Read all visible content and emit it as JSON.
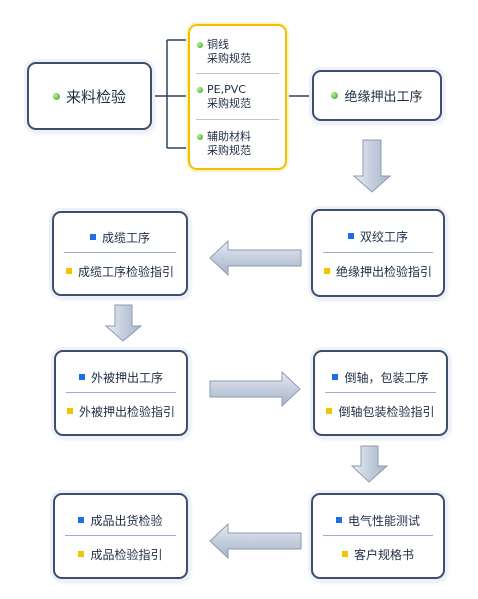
{
  "incoming": {
    "label": "来料检验"
  },
  "specs": [
    {
      "label": "铜线\n采购规范"
    },
    {
      "label": "PE,PVC\n采购规范"
    },
    {
      "label": "辅助材料\n采购规范"
    }
  ],
  "insulation": {
    "label": "绝缘押出工序"
  },
  "twist": {
    "process": "双绞工序",
    "guide": "绝缘押出检验指引"
  },
  "cabling": {
    "process": "成缆工序",
    "guide": "成缆工序检验指引"
  },
  "jacket": {
    "process": "外被押出工序",
    "guide": "外被押出检验指引"
  },
  "reel": {
    "process": "倒轴，包装工序",
    "guide": "倒轴包装检验指引"
  },
  "electrical": {
    "process": "电气性能测试",
    "guide": "客户规格书"
  },
  "shipment": {
    "process": "成品出货检验",
    "guide": "成品检验指引"
  },
  "colors": {
    "box_border": "#3c4f6b",
    "spec_border": "#f2c000",
    "bullet_blue": "#1c6fe6",
    "bullet_yellow": "#f4c400",
    "bullet_green": "#2f9e1f",
    "arrow_fill": "#c9d3e2"
  }
}
